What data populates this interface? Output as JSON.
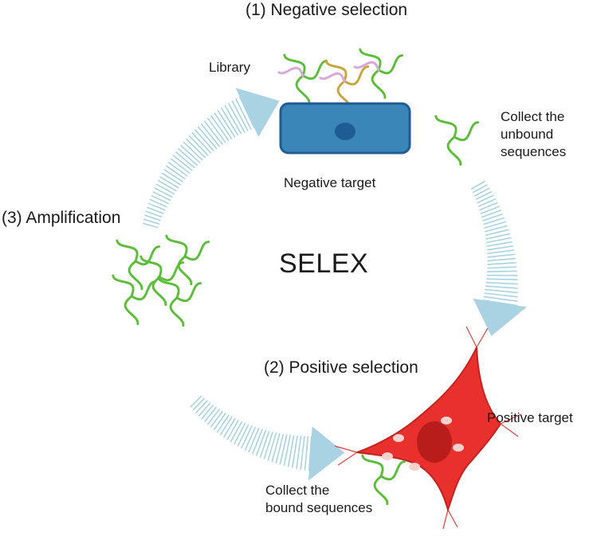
{
  "title": "SELEX",
  "steps": {
    "negative": "(1) Negative selection",
    "positive": "(2) Positive selection",
    "amplification": "(3) Amplification"
  },
  "labels": {
    "library": "Library",
    "negative_target": "Negative target",
    "positive_target": "Positive target",
    "collect_unbound": [
      "Collect the",
      "unbound",
      "sequences"
    ],
    "collect_bound": [
      "Collect the",
      "bound sequences"
    ]
  },
  "colors": {
    "arrow": "#a9d3e3",
    "negative_cell": "#3a86b9",
    "negative_nucleus": "#1f5c96",
    "positive_cell": "#e8312c",
    "positive_nucleus": "#b81d1b",
    "aptamer": "#5cbd3a",
    "library_pink": "#d9a7d8",
    "library_gold": "#c9a43b"
  },
  "icons": [
    "negative-target-cell",
    "positive-target-cell",
    "library-sequences",
    "aptamer-pool",
    "cycle-arrow"
  ]
}
